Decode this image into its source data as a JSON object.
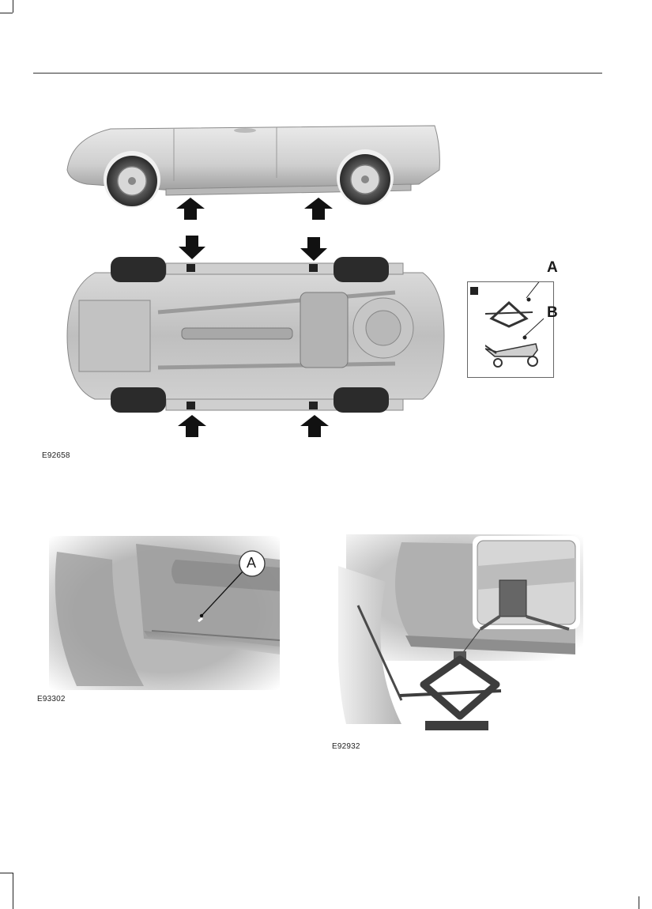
{
  "figures": {
    "vehicle_lift_points": {
      "code": "E92658",
      "labels": [
        "A",
        "B"
      ]
    },
    "jack_point_marker": {
      "code": "E93302",
      "label": "A"
    },
    "jack_in_use": {
      "code": "E92932"
    }
  },
  "colors": {
    "body": "#c8c8c8",
    "arrow": "#111111",
    "marker": "#222222"
  }
}
